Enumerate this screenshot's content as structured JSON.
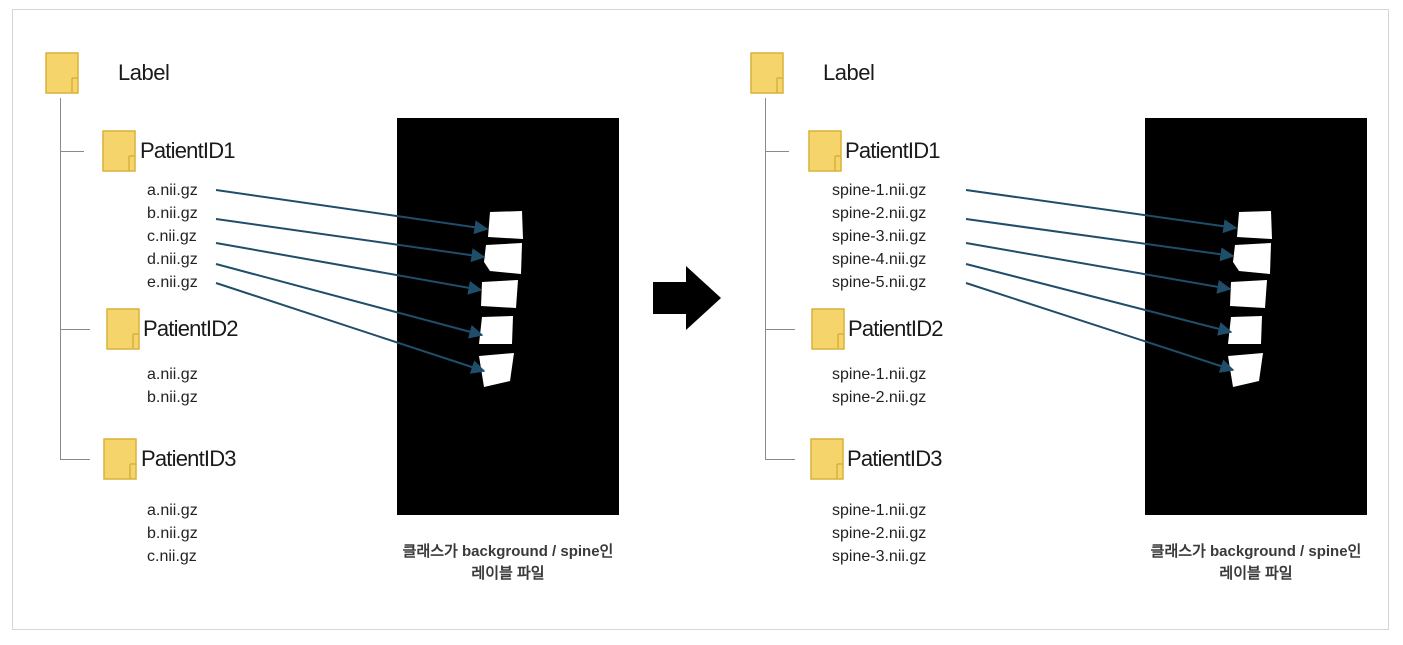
{
  "left": {
    "root_label": "Label",
    "patients": [
      {
        "name": "PatientID1",
        "files": [
          "a.nii.gz",
          "b.nii.gz",
          "c.nii.gz",
          "d.nii.gz",
          "e.nii.gz"
        ]
      },
      {
        "name": "PatientID2",
        "files": [
          "a.nii.gz",
          "b.nii.gz"
        ]
      },
      {
        "name": "PatientID3",
        "files": [
          "a.nii.gz",
          "b.nii.gz",
          "c.nii.gz"
        ]
      }
    ],
    "caption_line1": "클래스가 background / spine인",
    "caption_line2": "레이블 파일"
  },
  "right": {
    "root_label": "Label",
    "patients": [
      {
        "name": "PatientID1",
        "files": [
          "spine-1.nii.gz",
          "spine-2.nii.gz",
          "spine-3.nii.gz",
          "spine-4.nii.gz",
          "spine-5.nii.gz"
        ]
      },
      {
        "name": "PatientID2",
        "files": [
          "spine-1.nii.gz",
          "spine-2.nii.gz"
        ]
      },
      {
        "name": "PatientID3",
        "files": [
          "spine-1.nii.gz",
          "spine-2.nii.gz",
          "spine-3.nii.gz"
        ]
      }
    ],
    "caption_line1": "클래스가 background / spine인",
    "caption_line2": "레이블 파일"
  },
  "icons": {
    "folder": "folder-icon",
    "arrow": "right-arrow-icon"
  },
  "colors": {
    "folder": "#F5D56B",
    "folder_edge": "#D9B23A",
    "arrow": "#1F4E6B",
    "panel": "#000000"
  }
}
